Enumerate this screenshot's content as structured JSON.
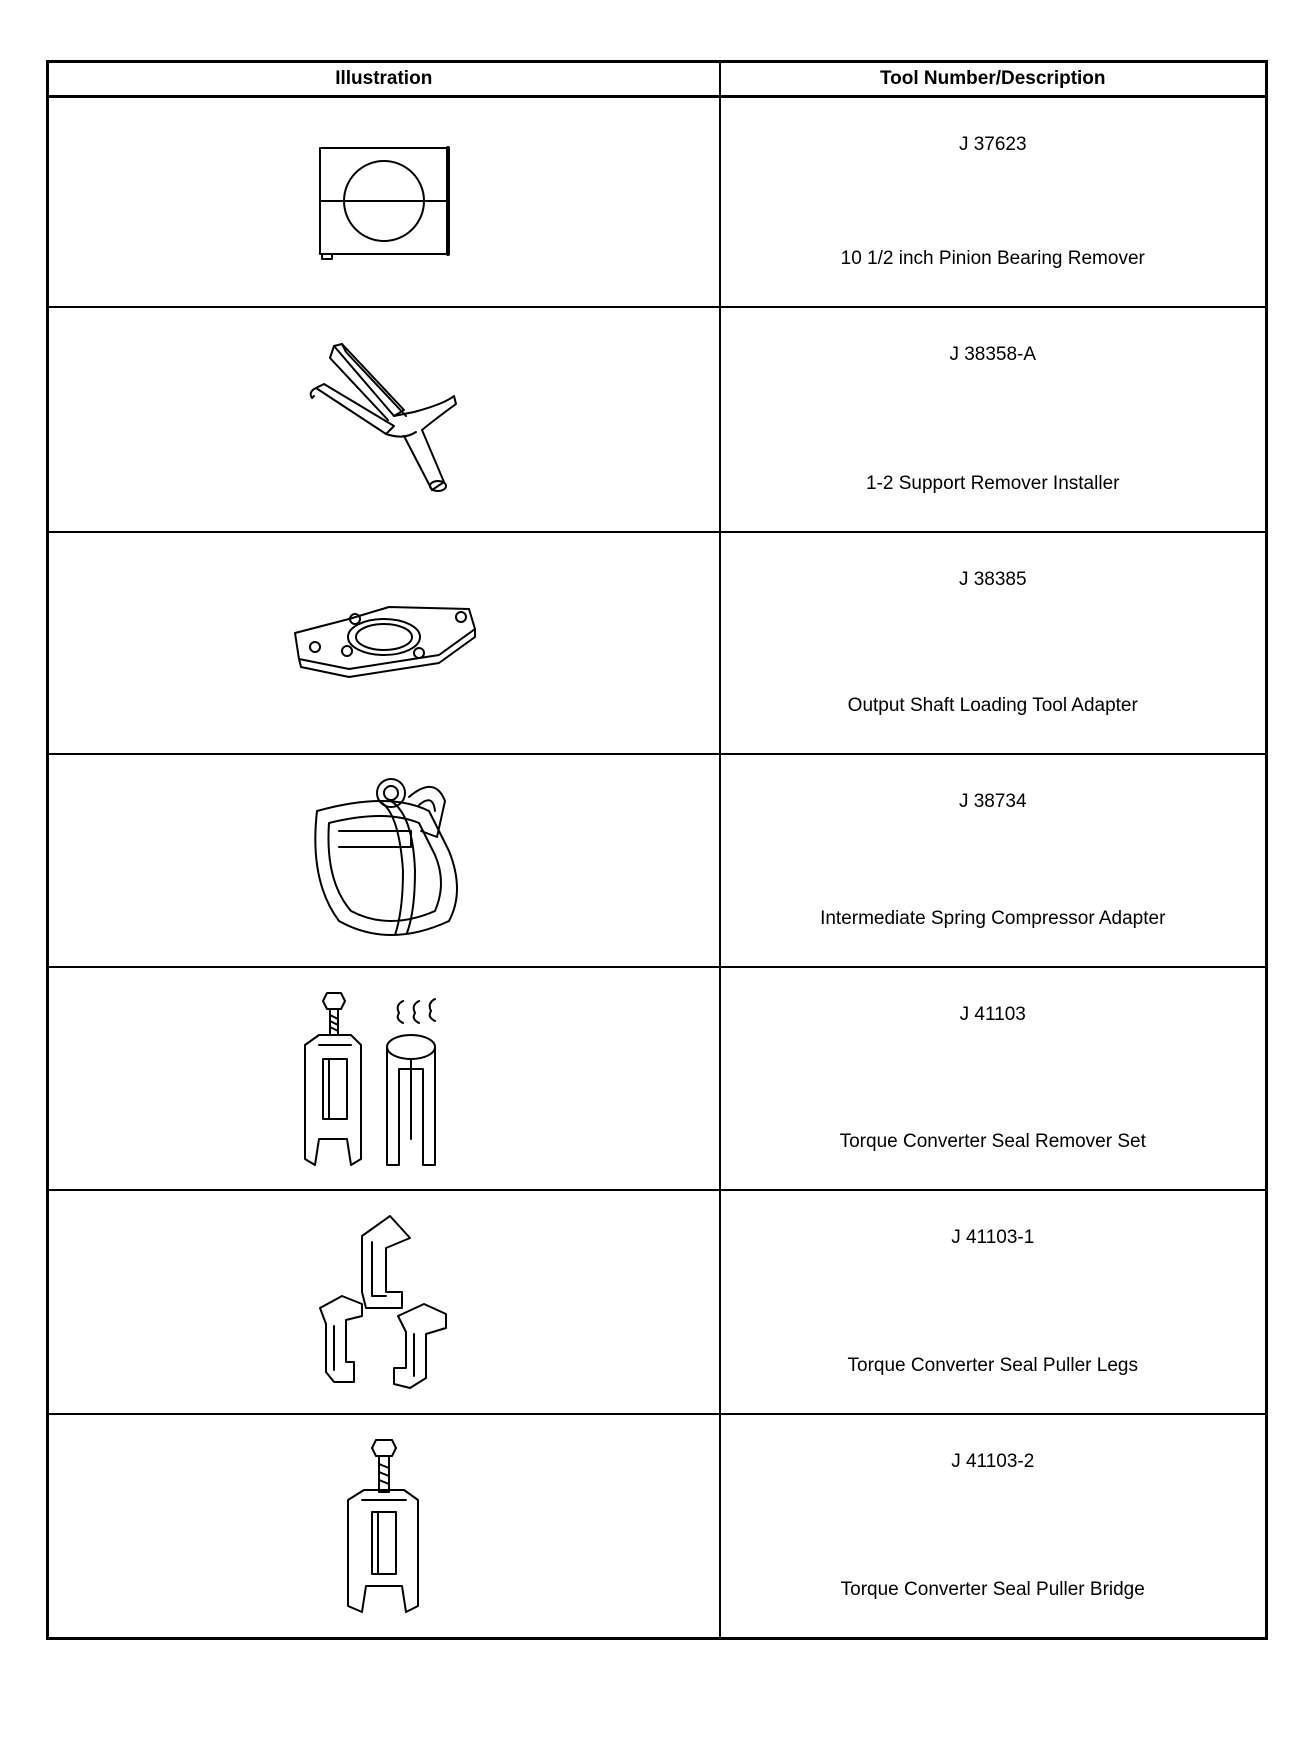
{
  "table": {
    "headers": {
      "illustration": "Illustration",
      "tool_desc": "Tool Number/Description"
    },
    "rows": [
      {
        "tool_number": "J 37623",
        "description": "10 1/2 inch Pinion Bearing Remover",
        "icon": "pinion-bearing-remover-icon"
      },
      {
        "tool_number": "J 38358-A",
        "description": "1-2 Support Remover Installer",
        "icon": "support-remover-installer-icon"
      },
      {
        "tool_number": "J 38385",
        "description": "Output Shaft Loading Tool Adapter",
        "icon": "output-shaft-adapter-icon"
      },
      {
        "tool_number": "J 38734",
        "description": "Intermediate Spring Compressor Adapter",
        "icon": "spring-compressor-adapter-icon"
      },
      {
        "tool_number": "J 41103",
        "description": "Torque Converter Seal Remover Set",
        "icon": "seal-remover-set-icon"
      },
      {
        "tool_number": "J 41103-1",
        "description": "Torque Converter Seal Puller Legs",
        "icon": "seal-puller-legs-icon"
      },
      {
        "tool_number": "J 41103-2",
        "description": "Torque Converter Seal Puller Bridge",
        "icon": "seal-puller-bridge-icon"
      }
    ]
  }
}
